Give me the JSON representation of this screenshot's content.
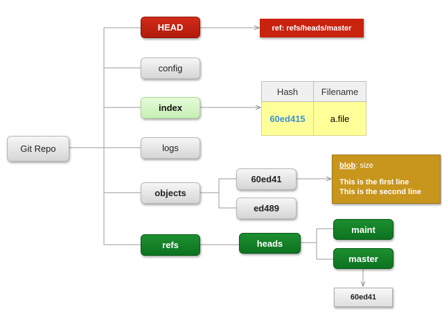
{
  "repo": {
    "label": "Git Repo"
  },
  "children": {
    "head": "HEAD",
    "config": "config",
    "index": "index",
    "logs": "logs",
    "objects": "objects",
    "refs": "refs"
  },
  "head_ref": "ref: refs/heads/master",
  "index_table": {
    "headers": [
      "Hash",
      "Filename"
    ],
    "row": {
      "hash": "60ed415",
      "filename": "a.file"
    }
  },
  "objects": {
    "items": [
      "60ed41",
      "ed489"
    ]
  },
  "blob": {
    "label": "blob",
    "suffix": ": size",
    "lines": [
      "This is the first line",
      "This is the second line"
    ]
  },
  "refs": {
    "heads": "heads",
    "branches": [
      "maint",
      "master"
    ],
    "master_commit": "60ed41"
  },
  "colors": {
    "head_red": "#c9220f",
    "green": "#128427",
    "hash_blue": "#3f8fd6",
    "blob_gold": "#c8961d",
    "line_gray": "#999999"
  }
}
